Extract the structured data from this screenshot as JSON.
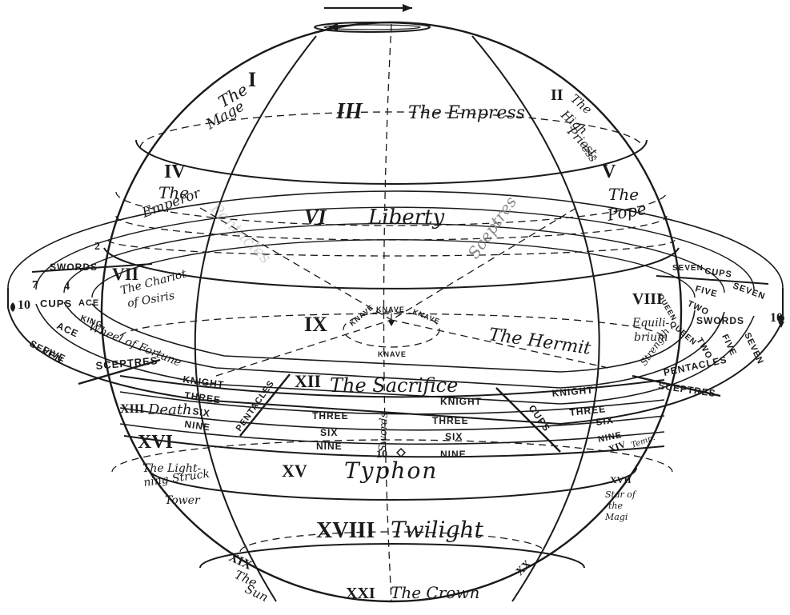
{
  "top_cards": {
    "i_num": "I",
    "i_name": "The",
    "i_name2": "Mage",
    "iii_num": "III",
    "iii_name": "The Empress",
    "ii_num": "II",
    "ii_name": "The",
    "ii_name2": "High",
    "ii_name3": "Priest-",
    "ii_name4": "ess"
  },
  "upper_band": {
    "iv_num": "IV",
    "iv_name": "The",
    "iv_name2": "Emperor",
    "vi_num": "VI",
    "vi_name": "Liberty",
    "v_num": "V",
    "v_name": "The",
    "v_name2": "Pope",
    "pentacles_faint": "Pentacles",
    "sceptres_faint": "Sceptres"
  },
  "middle": {
    "vii_num": "VII",
    "vii_name": "The Chariot",
    "vii_name2": "of Osiris",
    "ix_num": "IX",
    "hermit": "The Hermit",
    "viii_num": "VIII",
    "viii_name": "Equili-",
    "viii_name2": "brium",
    "x_label": "Wheel of Fortune",
    "xi_label": "Strength",
    "knave_left": "KNAVE",
    "knave_mid": "KNAVE",
    "knave_right": "KNAVE",
    "knave_bottom": "KNAVE"
  },
  "ring_left": {
    "sword_label": "SWORDS",
    "num_seven": "7",
    "num_four": "4",
    "num_two": "2",
    "ten": "10",
    "cups": "CUPS",
    "ace": "ACE",
    "ace2": "ACE",
    "king": "KING",
    "five": "FIVE",
    "seven": "SEVEN",
    "sceptres": "SCEPTRES"
  },
  "ring_right": {
    "seven": "SEVEN",
    "cups": "CUPS",
    "five": "FIVE",
    "two": "TWO",
    "seven2": "SEVEN",
    "queen": "QUEEN",
    "queen2": "QUEEN",
    "swords": "SWORDS",
    "ten": "10",
    "two2": "TWO",
    "five2": "FIVE",
    "seven3": "SEVEN",
    "pentacles": "PENTACLES",
    "sceptres": "SCEPTRES"
  },
  "front_band": {
    "xii_num": "XII",
    "xii_name": "The Sacrifice",
    "knight": "KNIGHT",
    "three": "THREE",
    "six": "SIX",
    "nine": "NINE",
    "pentacles": "PENTACLES",
    "swords": "Swords",
    "cups": "CUPS",
    "knight_c": "KNIGHT",
    "three_c": "THREE",
    "six_c": "SIX",
    "nine_c": "NINE",
    "knight_r": "KNIGHT",
    "three_r": "THREE",
    "six_r": "SIX",
    "nine_r": "NINE",
    "ten_mark": "10",
    "xiii_num": "XIII",
    "xiii_name": "Death",
    "xiv_num": "XIV",
    "xiv_name": "Temp."
  },
  "lower": {
    "xvi_num": "XVI",
    "xvi_name": "The Light-",
    "xvi_name2": "ning Struck",
    "xvi_name3": "Tower",
    "xv_num": "XV",
    "xv_name": "Typhon",
    "xvii_num": "XVII",
    "xvii_name": "Star of",
    "xvii_name2": "the",
    "xvii_name3": "Magi",
    "xviii_num": "XVIII",
    "xviii_name": "Twilight",
    "xix_num": "XIX",
    "xix_name": "The",
    "xix_name2": "Sun",
    "xx_num": "XX",
    "xxi_num": "XXI",
    "xxi_name": "The Crown"
  }
}
